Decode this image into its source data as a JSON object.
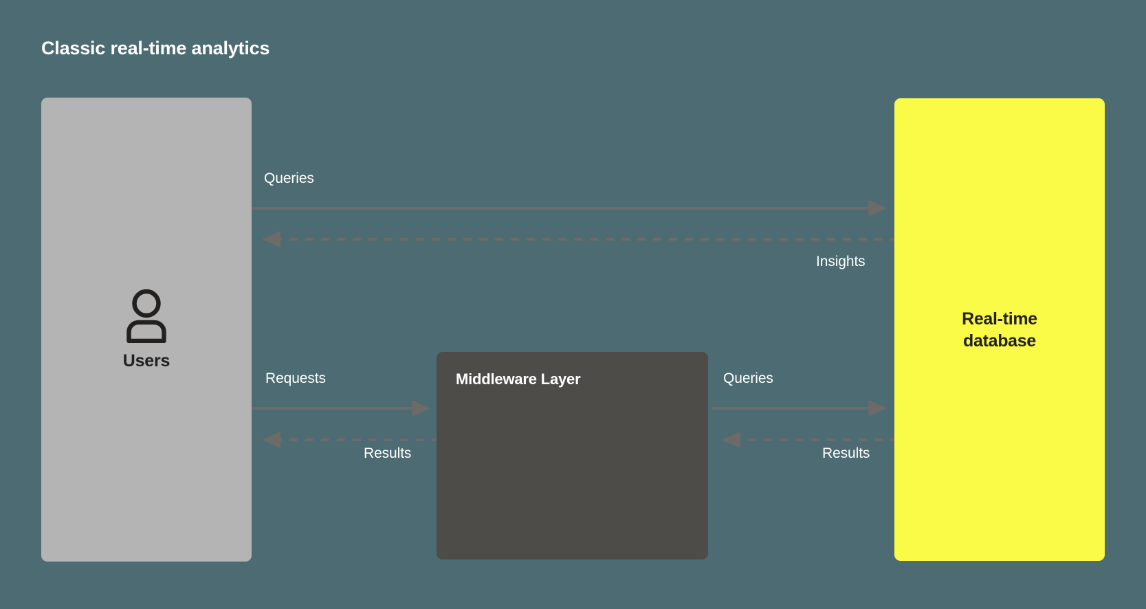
{
  "title": "Classic real-time analytics",
  "colors": {
    "background": "#4d6b72",
    "users_box": "#b4b4b4",
    "middleware_box": "#4e4c49",
    "database_box": "#f9fb47",
    "edge": "#6d6b68",
    "label_text": "#ffffff",
    "dark_text": "#23211f"
  },
  "nodes": {
    "users": {
      "label": "Users",
      "icon": "user-icon"
    },
    "middleware": {
      "label": "Middleware Layer"
    },
    "database": {
      "label_line1": "Real-time",
      "label_line2": "database"
    }
  },
  "edges": {
    "queries_top": {
      "label": "Queries",
      "style": "solid",
      "direction": "right"
    },
    "insights": {
      "label": "Insights",
      "style": "dashed",
      "direction": "left"
    },
    "requests": {
      "label": "Requests",
      "style": "solid",
      "direction": "right"
    },
    "results_left": {
      "label": "Results",
      "style": "dashed",
      "direction": "left"
    },
    "queries_mid": {
      "label": "Queries",
      "style": "solid",
      "direction": "right"
    },
    "results_right": {
      "label": "Results",
      "style": "dashed",
      "direction": "left"
    }
  }
}
